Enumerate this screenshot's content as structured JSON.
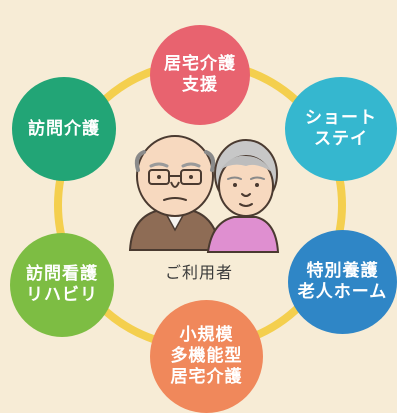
{
  "diagram": {
    "center": {
      "label": "ご利用者",
      "illustration": "elderly-couple"
    },
    "services": [
      {
        "key": "home-care-support",
        "label": "居宅介護\n支援",
        "color": "#e8636f"
      },
      {
        "key": "short-stay",
        "label": "ショート\nステイ",
        "color": "#35b7cf"
      },
      {
        "key": "special-nursing-home",
        "label": "特別養護\n老人ホーム",
        "color": "#2f86c6"
      },
      {
        "key": "small-multifunction",
        "label": "小規模\n多機能型\n居宅介護",
        "color": "#f0885b"
      },
      {
        "key": "visit-nursing-rehab",
        "label": "訪問看護\nリハビリ",
        "color": "#7dbd43"
      },
      {
        "key": "home-visit-care",
        "label": "訪問介護",
        "color": "#22a576"
      }
    ],
    "colors": {
      "background": "#f7ecd6",
      "ring": "#f4cf4e"
    }
  }
}
